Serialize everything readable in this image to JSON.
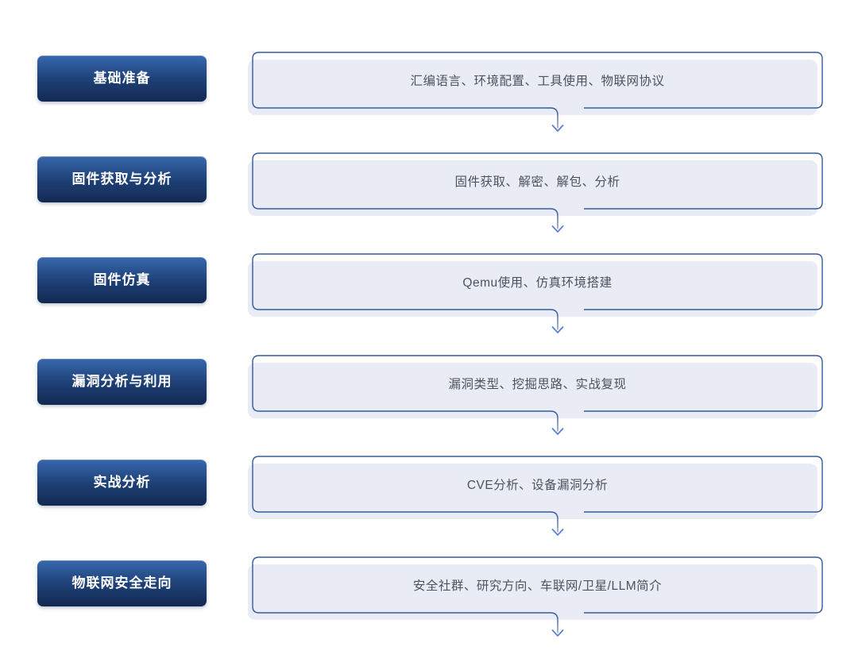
{
  "diagram": {
    "title": "IoT security learning roadmap",
    "colors": {
      "stage_gradient_top": "#3868ad",
      "stage_gradient_mid": "#1e4076",
      "stage_gradient_bottom": "#122a52",
      "stage_text": "#ffffff",
      "box_fill": "#e9ecf4",
      "box_border": "#35599f",
      "box_text": "#4b5360",
      "arrow_line_start": "#35599f",
      "arrow_line_end": "#9aa6bb",
      "arrow_head": "#5c82d2",
      "page_bg": "#ffffff"
    }
  },
  "rows": [
    {
      "stage": "基础准备",
      "topics": "汇编语言、环境配置、工具使用、物联网协议"
    },
    {
      "stage": "固件获取与分析",
      "topics": "固件获取、解密、解包、分析"
    },
    {
      "stage": "固件仿真",
      "topics": "Qemu使用、仿真环境搭建"
    },
    {
      "stage": "漏洞分析与利用",
      "topics": "漏洞类型、挖掘思路、实战复现"
    },
    {
      "stage": "实战分析",
      "topics": "CVE分析、设备漏洞分析"
    },
    {
      "stage": "物联网安全走向",
      "topics": "安全社群、研究方向、车联网/卫星/LLM简介"
    }
  ]
}
